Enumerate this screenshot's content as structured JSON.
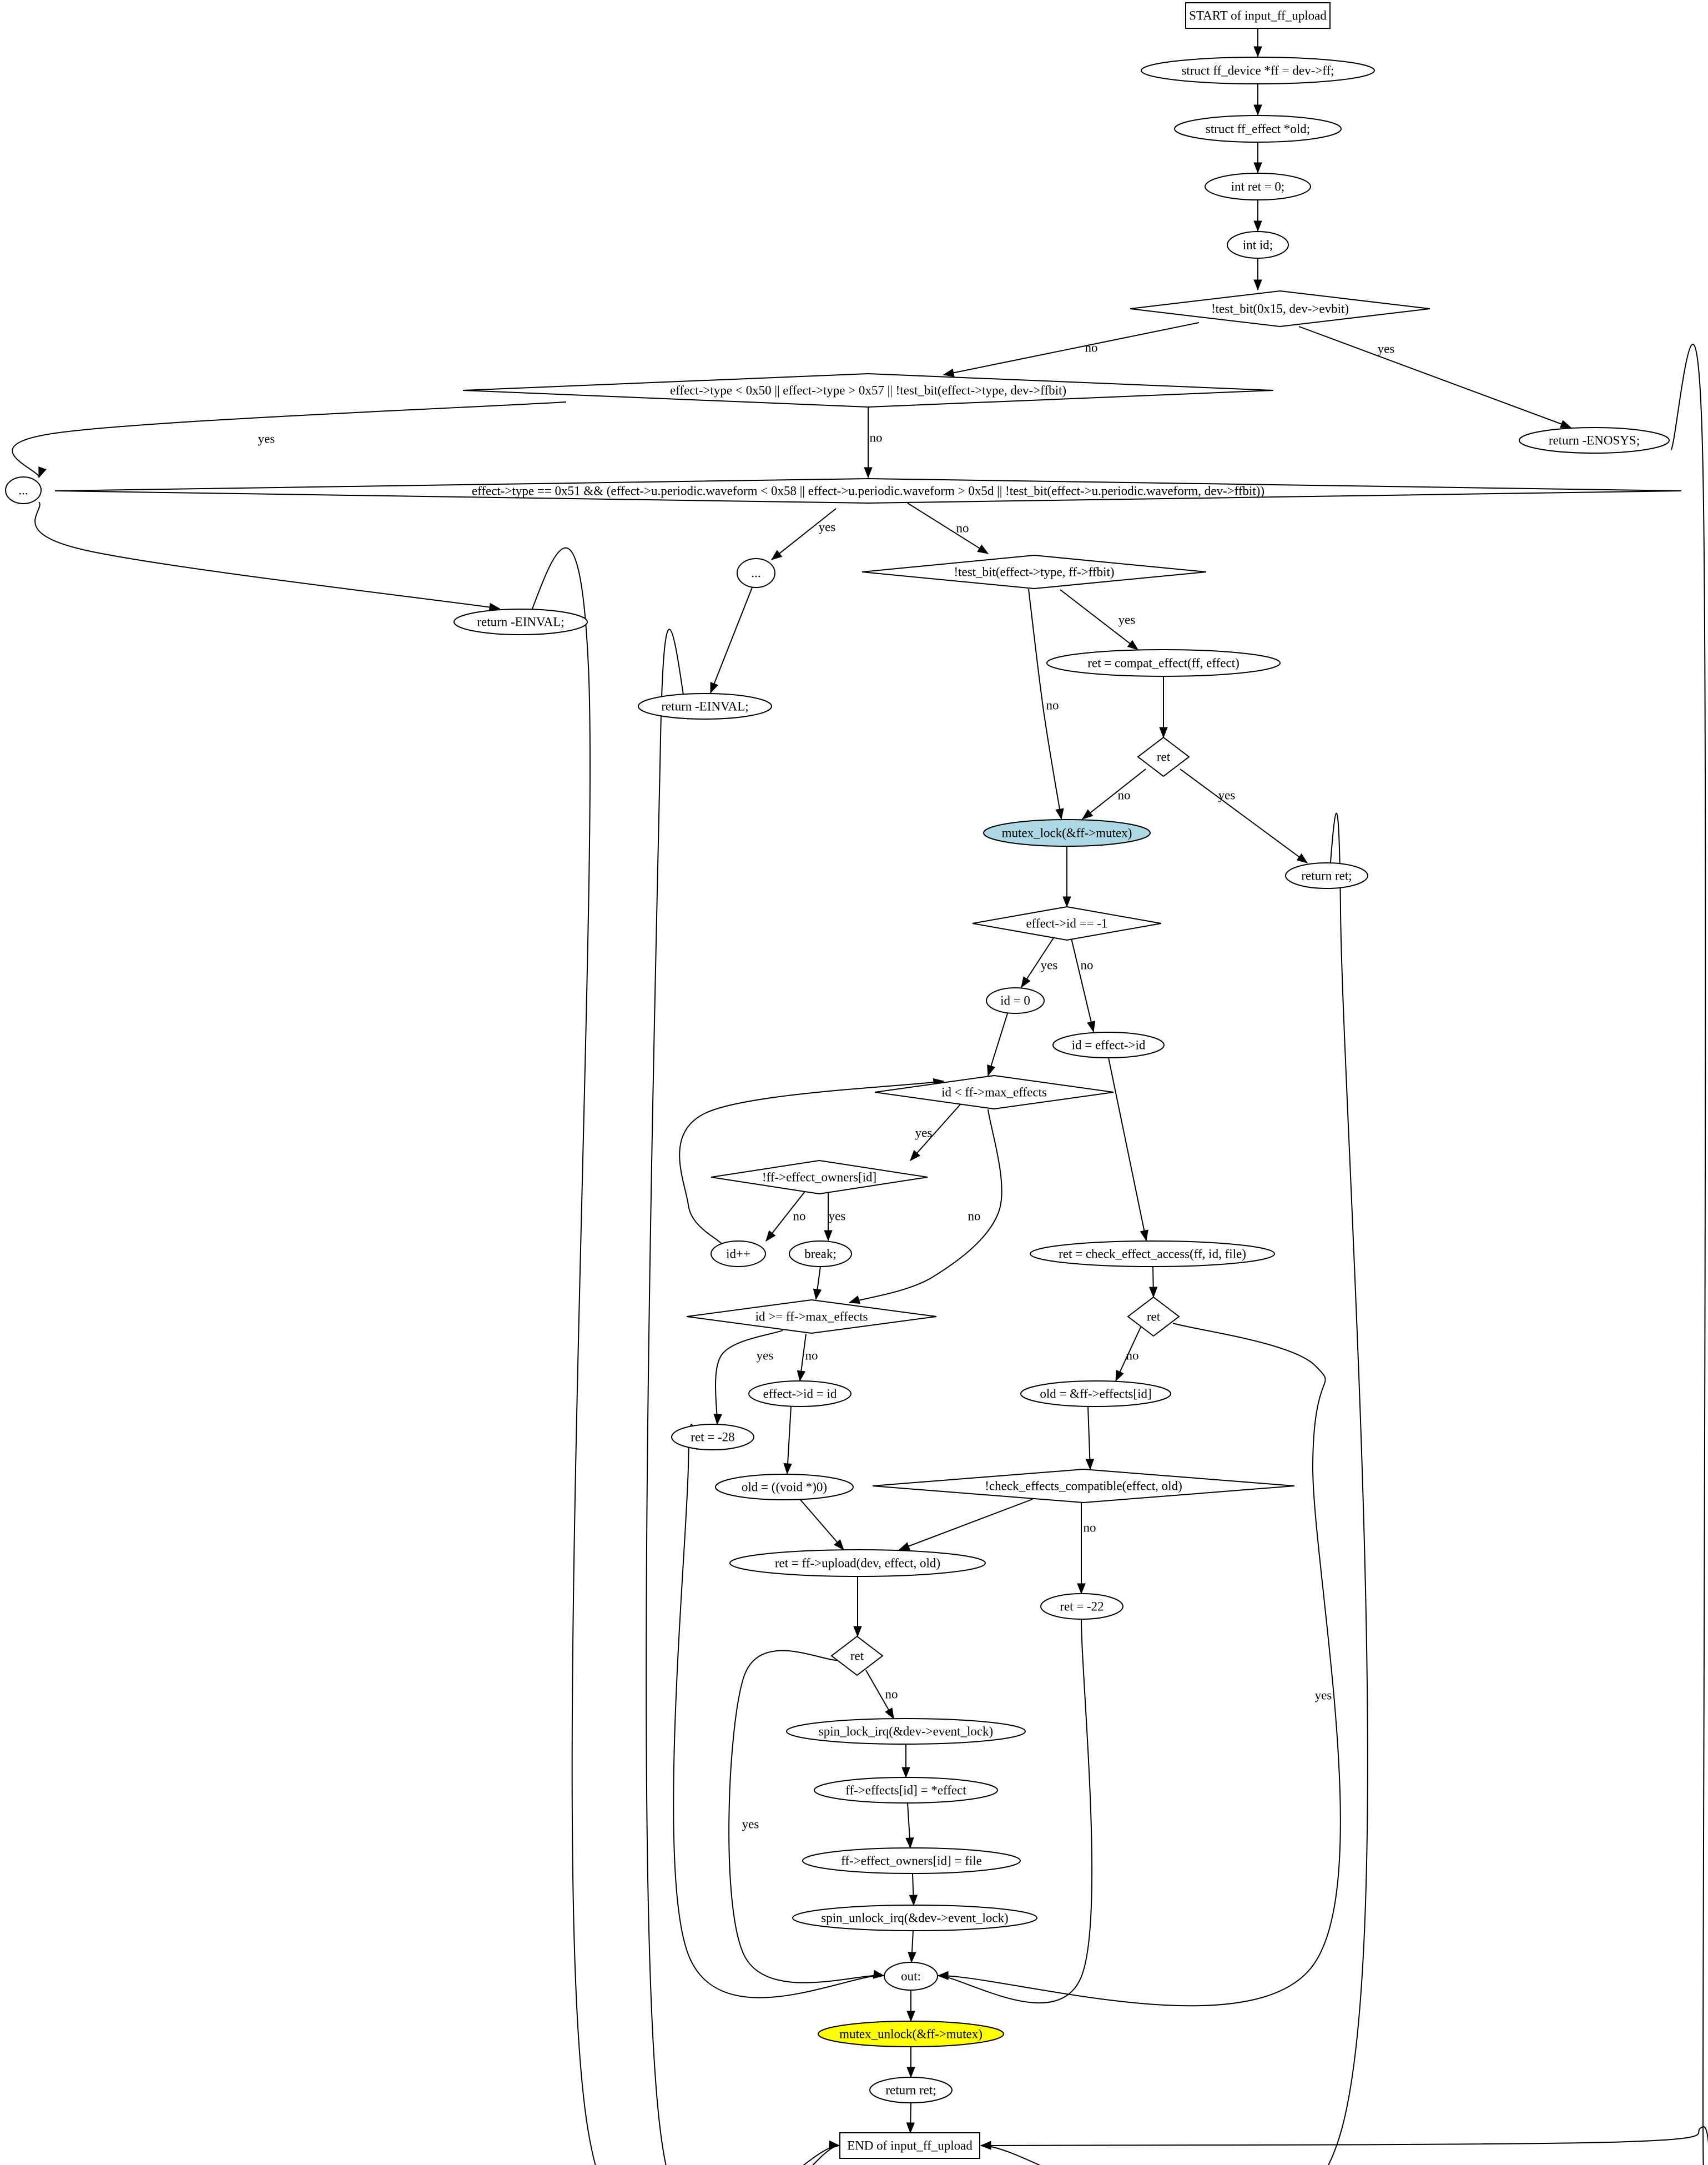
{
  "diagram": {
    "title": "",
    "colors": {
      "stroke": "#000000",
      "fill": "#ffffff",
      "highlight_lock": "#add8e6",
      "highlight_unlock": "#ffff00"
    },
    "nodes": [
      {
        "id": "start",
        "label": "START of input_ff_upload",
        "shape": "rect"
      },
      {
        "id": "n1",
        "label": "struct ff_device *ff = dev->ff;",
        "shape": "ellipse"
      },
      {
        "id": "n2",
        "label": "struct ff_effect *old;",
        "shape": "ellipse"
      },
      {
        "id": "n3",
        "label": "int ret = 0;",
        "shape": "ellipse"
      },
      {
        "id": "n4",
        "label": "int id;",
        "shape": "ellipse"
      },
      {
        "id": "d1",
        "label": "!test_bit(0x15, dev->evbit)",
        "shape": "diamond"
      },
      {
        "id": "d2",
        "label": "effect->type < 0x50 || effect->type > 0x57 || !test_bit(effect->type, dev->ffbit)",
        "shape": "diamond"
      },
      {
        "id": "renosys",
        "label": "return -ENOSYS;",
        "shape": "ellipse"
      },
      {
        "id": "dots1",
        "label": "...",
        "shape": "ellipse"
      },
      {
        "id": "d3",
        "label": "effect->type == 0x51 && (effect->u.periodic.waveform < 0x58 || effect->u.periodic.waveform > 0x5d || !test_bit(effect->u.periodic.waveform, dev->ffbit))",
        "shape": "diamond"
      },
      {
        "id": "reinval1",
        "label": "return -EINVAL;",
        "shape": "ellipse"
      },
      {
        "id": "dots2",
        "label": "...",
        "shape": "ellipse"
      },
      {
        "id": "d4",
        "label": "!test_bit(effect->type, ff->ffbit)",
        "shape": "diamond"
      },
      {
        "id": "reinval2",
        "label": "return -EINVAL;",
        "shape": "ellipse"
      },
      {
        "id": "compat",
        "label": "ret = compat_effect(ff, effect)",
        "shape": "ellipse"
      },
      {
        "id": "dret1",
        "label": "ret",
        "shape": "diamond"
      },
      {
        "id": "mlock",
        "label": "mutex_lock(&ff->mutex)",
        "shape": "ellipse",
        "fill": "highlight_lock"
      },
      {
        "id": "rret1",
        "label": "return ret;",
        "shape": "ellipse"
      },
      {
        "id": "d5",
        "label": "effect->id == -1",
        "shape": "diamond"
      },
      {
        "id": "id0",
        "label": "id = 0",
        "shape": "ellipse"
      },
      {
        "id": "ideff",
        "label": "id = effect->id",
        "shape": "ellipse"
      },
      {
        "id": "d6",
        "label": "id < ff->max_effects",
        "shape": "diamond"
      },
      {
        "id": "d7",
        "label": "!ff->effect_owners[id]",
        "shape": "diamond"
      },
      {
        "id": "idinc",
        "label": "id++",
        "shape": "ellipse"
      },
      {
        "id": "brk",
        "label": "break;",
        "shape": "ellipse"
      },
      {
        "id": "check",
        "label": "ret = check_effect_access(ff, id, file)",
        "shape": "ellipse"
      },
      {
        "id": "d8",
        "label": "id >= ff->max_effects",
        "shape": "diamond"
      },
      {
        "id": "dret2",
        "label": "ret",
        "shape": "diamond"
      },
      {
        "id": "effid",
        "label": "effect->id = id",
        "shape": "ellipse"
      },
      {
        "id": "r28",
        "label": "ret = -28",
        "shape": "ellipse"
      },
      {
        "id": "oldff",
        "label": "old = &ff->effects[id]",
        "shape": "ellipse"
      },
      {
        "id": "oldnull",
        "label": "old = ((void *)0)",
        "shape": "ellipse"
      },
      {
        "id": "d9",
        "label": "!check_effects_compatible(effect, old)",
        "shape": "diamond"
      },
      {
        "id": "upload",
        "label": "ret = ff->upload(dev, effect, old)",
        "shape": "ellipse"
      },
      {
        "id": "r22",
        "label": "ret = -22",
        "shape": "ellipse"
      },
      {
        "id": "dret3",
        "label": "ret",
        "shape": "diamond"
      },
      {
        "id": "slock",
        "label": "spin_lock_irq(&dev->event_lock)",
        "shape": "ellipse"
      },
      {
        "id": "ffeff",
        "label": "ff->effects[id] = *effect",
        "shape": "ellipse"
      },
      {
        "id": "ffown",
        "label": "ff->effect_owners[id] = file",
        "shape": "ellipse"
      },
      {
        "id": "sunlock",
        "label": "spin_unlock_irq(&dev->event_lock)",
        "shape": "ellipse"
      },
      {
        "id": "out",
        "label": "out:",
        "shape": "ellipse"
      },
      {
        "id": "munlock",
        "label": "mutex_unlock(&ff->mutex)",
        "shape": "ellipse",
        "fill": "highlight_unlock"
      },
      {
        "id": "rret2",
        "label": "return ret;",
        "shape": "ellipse"
      },
      {
        "id": "end",
        "label": "END of input_ff_upload",
        "shape": "rect"
      }
    ],
    "edges": [
      {
        "from": "start",
        "to": "n1",
        "label": ""
      },
      {
        "from": "n1",
        "to": "n2",
        "label": ""
      },
      {
        "from": "n2",
        "to": "n3",
        "label": ""
      },
      {
        "from": "n3",
        "to": "n4",
        "label": ""
      },
      {
        "from": "n4",
        "to": "d1",
        "label": ""
      },
      {
        "from": "d1",
        "to": "d2",
        "label": "no"
      },
      {
        "from": "d1",
        "to": "renosys",
        "label": "yes"
      },
      {
        "from": "d2",
        "to": "dots1",
        "label": "yes"
      },
      {
        "from": "d2",
        "to": "d3",
        "label": "no"
      },
      {
        "from": "renosys",
        "to": "end",
        "label": ""
      },
      {
        "from": "dots1",
        "to": "reinval1",
        "label": ""
      },
      {
        "from": "d3",
        "to": "dots2",
        "label": "yes"
      },
      {
        "from": "d3",
        "to": "d4",
        "label": "no"
      },
      {
        "from": "reinval1",
        "to": "end",
        "label": ""
      },
      {
        "from": "dots2",
        "to": "reinval2",
        "label": ""
      },
      {
        "from": "d4",
        "to": "compat",
        "label": "yes"
      },
      {
        "from": "d4",
        "to": "mlock",
        "label": "no"
      },
      {
        "from": "reinval2",
        "to": "end",
        "label": ""
      },
      {
        "from": "compat",
        "to": "dret1",
        "label": ""
      },
      {
        "from": "dret1",
        "to": "mlock",
        "label": "no"
      },
      {
        "from": "dret1",
        "to": "rret1",
        "label": "yes"
      },
      {
        "from": "mlock",
        "to": "d5",
        "label": ""
      },
      {
        "from": "rret1",
        "to": "end",
        "label": ""
      },
      {
        "from": "d5",
        "to": "id0",
        "label": "yes"
      },
      {
        "from": "d5",
        "to": "ideff",
        "label": "no"
      },
      {
        "from": "id0",
        "to": "d6",
        "label": ""
      },
      {
        "from": "ideff",
        "to": "check",
        "label": ""
      },
      {
        "from": "d6",
        "to": "d7",
        "label": "yes"
      },
      {
        "from": "d6",
        "to": "d8",
        "label": "no"
      },
      {
        "from": "d7",
        "to": "idinc",
        "label": "no"
      },
      {
        "from": "d7",
        "to": "brk",
        "label": "yes"
      },
      {
        "from": "idinc",
        "to": "d6",
        "label": ""
      },
      {
        "from": "brk",
        "to": "d8",
        "label": ""
      },
      {
        "from": "check",
        "to": "dret2",
        "label": ""
      },
      {
        "from": "d8",
        "to": "r28",
        "label": "yes"
      },
      {
        "from": "d8",
        "to": "effid",
        "label": "no"
      },
      {
        "from": "dret2",
        "to": "oldff",
        "label": "no"
      },
      {
        "from": "dret2",
        "to": "out",
        "label": "yes"
      },
      {
        "from": "effid",
        "to": "oldnull",
        "label": ""
      },
      {
        "from": "r28",
        "to": "out",
        "label": ""
      },
      {
        "from": "oldff",
        "to": "d9",
        "label": ""
      },
      {
        "from": "oldnull",
        "to": "upload",
        "label": ""
      },
      {
        "from": "d9",
        "to": "upload",
        "label": "no"
      },
      {
        "from": "d9",
        "to": "r22",
        "label": "yes"
      },
      {
        "from": "upload",
        "to": "dret3",
        "label": ""
      },
      {
        "from": "r22",
        "to": "out",
        "label": ""
      },
      {
        "from": "dret3",
        "to": "slock",
        "label": "no"
      },
      {
        "from": "dret3",
        "to": "out",
        "label": "yes"
      },
      {
        "from": "slock",
        "to": "ffeff",
        "label": ""
      },
      {
        "from": "ffeff",
        "to": "ffown",
        "label": ""
      },
      {
        "from": "ffown",
        "to": "sunlock",
        "label": ""
      },
      {
        "from": "sunlock",
        "to": "out",
        "label": ""
      },
      {
        "from": "out",
        "to": "munlock",
        "label": ""
      },
      {
        "from": "munlock",
        "to": "rret2",
        "label": ""
      },
      {
        "from": "rret2",
        "to": "end",
        "label": ""
      }
    ]
  }
}
